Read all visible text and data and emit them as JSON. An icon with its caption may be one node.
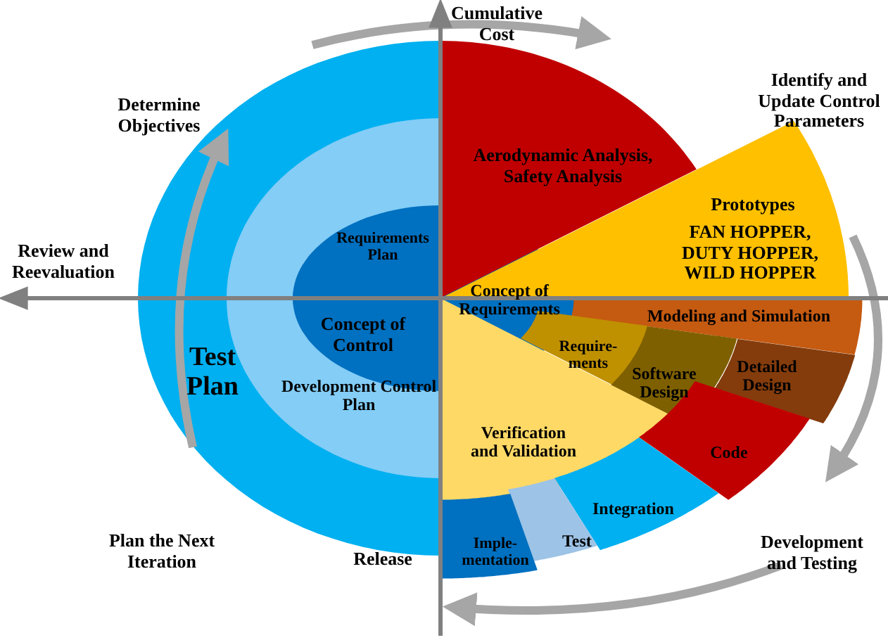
{
  "diagram": {
    "nodes": [
      {
        "text": [
          "Test Plan"
        ]
      },
      {
        "text": [
          "Development Control Plan"
        ],
        "in": 0
      },
      {
        "text": [
          "Requirements Plan",
          "Concept of Control"
        ],
        "in": 1
      },
      {
        "text": [
          "Concept of Requirements"
        ]
      },
      {
        "text": [
          "Aerodynamic Analysis, Safety Analysis"
        ]
      },
      {
        "text": [
          "Prototypes",
          "FAN HOPPER, DUTY HOPPER, WILD HOPPER"
        ]
      },
      {
        "text": [
          "Modeling and Simulation"
        ]
      },
      {
        "text": [
          "Require-ments"
        ]
      },
      {
        "text": [
          "Software Design"
        ]
      },
      {
        "text": [
          "Detailed Design"
        ]
      },
      {
        "text": [
          "Verification and Validation"
        ]
      },
      {
        "text": [
          "Code"
        ]
      },
      {
        "text": [
          "Integration"
        ]
      },
      {
        "text": [
          "Test"
        ]
      },
      {
        "text": [
          "Imple-mentation"
        ]
      }
    ],
    "labels": [
      "Cumulative Cost",
      "Determine Objectives",
      "Identify and Update Control Parameters",
      "Review and Reevaluation",
      "Plan the Next Iteration",
      "Release",
      "Development and Testing"
    ]
  }
}
